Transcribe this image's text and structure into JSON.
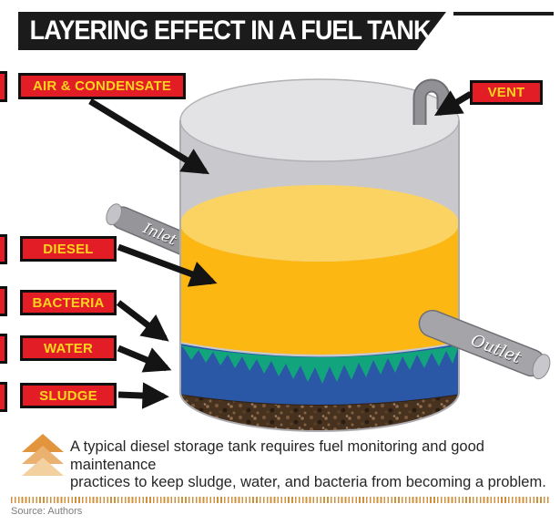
{
  "title": "LAYERING EFFECT IN A FUEL TANK",
  "labels": {
    "air": "AIR & CONDENSATE",
    "vent": "VENT",
    "diesel": "DIESEL",
    "bacteria": "BACTERIA",
    "water": "WATER",
    "sludge": "SLUDGE"
  },
  "pipes": {
    "inlet": "Inlet",
    "outlet": "Outlet"
  },
  "caption": {
    "line1": "A typical diesel storage tank requires fuel monitoring and good maintenance",
    "line2": "practices to keep sludge, water, and bacteria from becoming a problem."
  },
  "source": "Source: Authors",
  "colors": {
    "banner": "#1B1B1B",
    "label_bg": "#E21D25",
    "label_text": "#FFD41E",
    "diesel": "#FCB712",
    "diesel_surface": "#FBD363",
    "water": "#2B57A7",
    "bacteria": "#12A57D",
    "sludge": "#47311F",
    "tank_wall": "#C9C9CD",
    "tank_top": "#E3E3E5",
    "pipe": "#A5A5A9",
    "arrow": "#141414",
    "chevron_dark": "#E2953C",
    "chevron_mid": "#EBB170",
    "chevron_light": "#F3D0A0",
    "stripe": "#D0903C"
  }
}
